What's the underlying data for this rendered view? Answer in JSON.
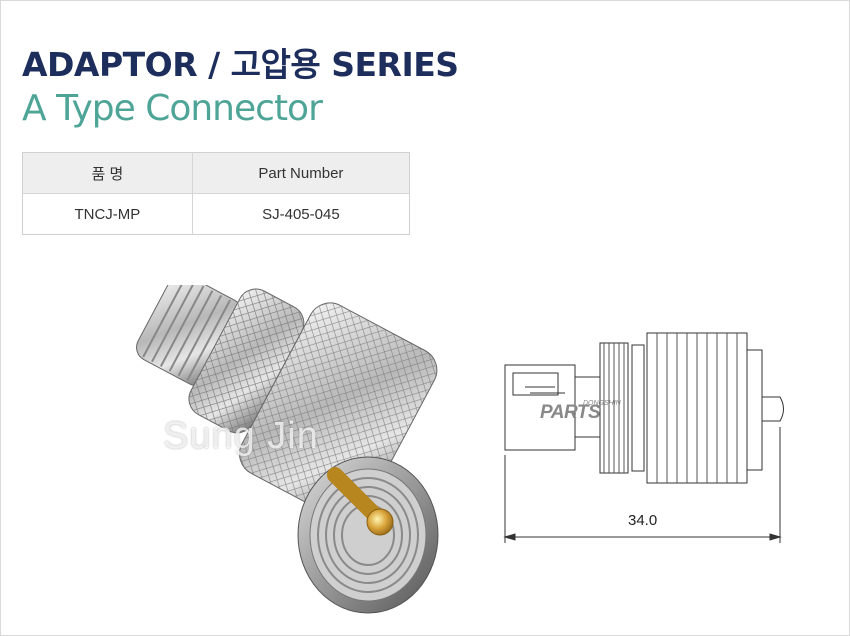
{
  "header": {
    "title": "ADAPTOR / 고압용  SERIES",
    "subtitle": "A Type Connector"
  },
  "spec_table": {
    "headers": [
      "품 명",
      "Part Number"
    ],
    "rows": [
      [
        "TNCJ-MP",
        "SJ-405-045"
      ]
    ]
  },
  "photo": {
    "watermark": "Sung Jin"
  },
  "drawing": {
    "logo_main": "PARTS",
    "logo_small": "DONGSHIN",
    "dimension_label": "34.0"
  },
  "colors": {
    "title": "#1d2d5c",
    "subtitle": "#4ea597",
    "table_header_bg": "#eeeeee"
  }
}
